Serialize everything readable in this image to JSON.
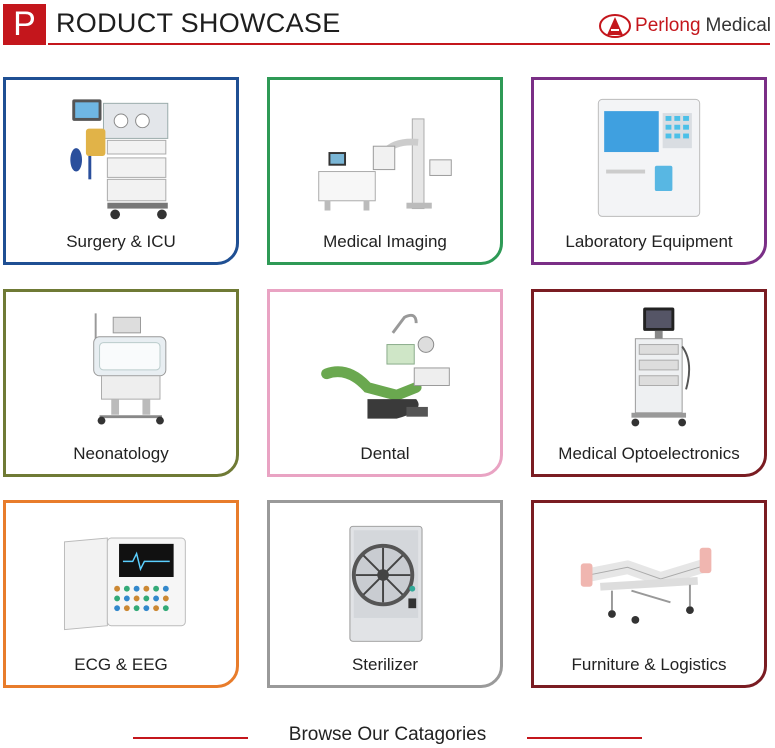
{
  "header": {
    "logo_letter": "P",
    "title": "RODUCT SHOWCASE",
    "brand_name_red": "Perlong",
    "brand_name_dark": "Medical",
    "accent_color": "#c4161c"
  },
  "categories": [
    {
      "label": "Surgery & ICU",
      "border_color": "#1f4f93",
      "icon": "anesthesia-machine-icon"
    },
    {
      "label": "Medical Imaging",
      "border_color": "#2e9a56",
      "icon": "xray-machine-icon"
    },
    {
      "label": "Laboratory Equipment",
      "border_color": "#7a2f86",
      "icon": "analyzer-icon"
    },
    {
      "label": "Neonatology",
      "border_color": "#6f7a35",
      "icon": "infant-incubator-icon"
    },
    {
      "label": "Dental",
      "border_color": "#e9a3c3",
      "icon": "dental-chair-icon"
    },
    {
      "label": "Medical Optoelectronics",
      "border_color": "#7a1c22",
      "icon": "endoscopy-tower-icon"
    },
    {
      "label": "ECG & EEG",
      "border_color": "#e87c2b",
      "icon": "ecg-machine-icon"
    },
    {
      "label": "Sterilizer",
      "border_color": "#9a9a9a",
      "icon": "autoclave-icon"
    },
    {
      "label": "Furniture & Logistics",
      "border_color": "#7a1c22",
      "icon": "hospital-bed-icon"
    }
  ],
  "footer": {
    "text": "Browse Our Catagories"
  }
}
